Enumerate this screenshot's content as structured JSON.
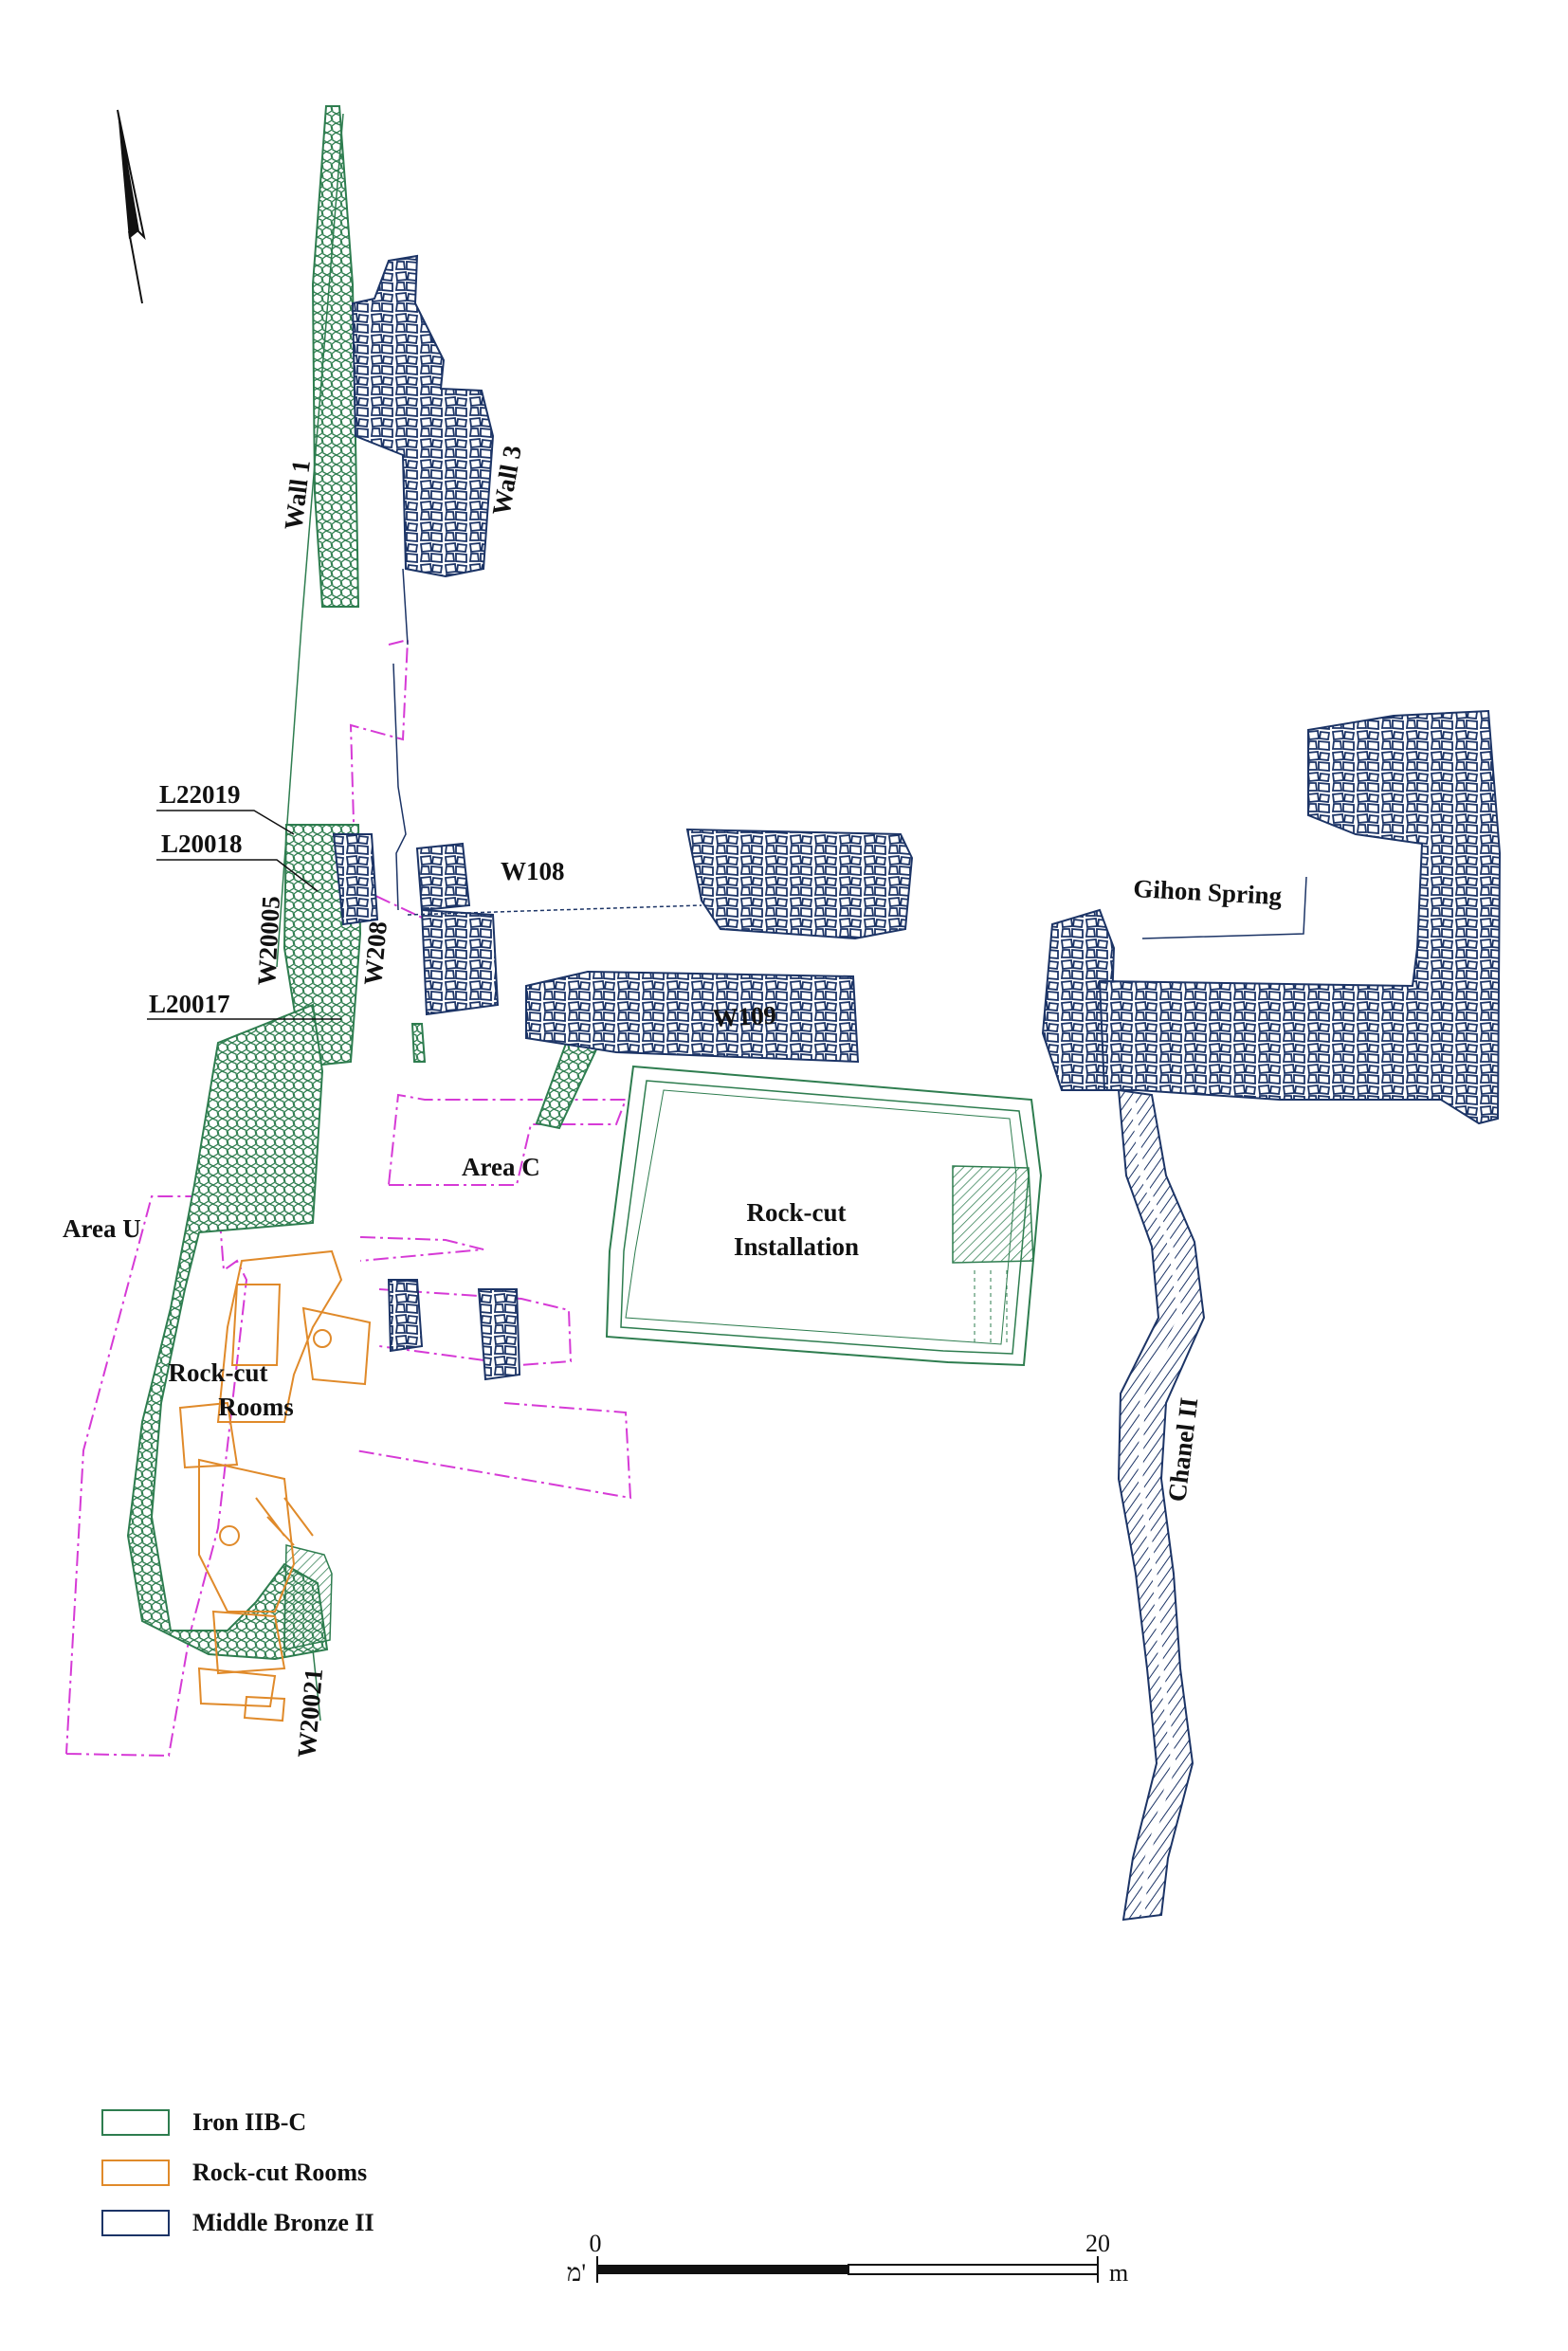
{
  "colors": {
    "iron": "#2e7d4f",
    "rock": "#e08a2a",
    "bronze": "#1c3466",
    "area": "#d63ad6"
  },
  "labels": {
    "wall1": "Wall 1",
    "wall3": "Wall 3",
    "l22019": "L22019",
    "l20018": "L20018",
    "w20005": "W20005",
    "w208": "W208",
    "w108": "W108",
    "l20017": "L20017",
    "w109": "W109",
    "gihon": "Gihon Spring",
    "area_c": "Area C",
    "rockcut_inst_1": "Rock-cut",
    "rockcut_inst_2": "Installation",
    "area_u": "Area U",
    "rockcut_rooms_1": "Rock-cut",
    "rockcut_rooms_2": "Rooms",
    "chanel": "Chanel II",
    "w20021": "W20021"
  },
  "legend": [
    {
      "label": "Iron IIB-C",
      "color": "#2e7d4f"
    },
    {
      "label": "Rock-cut Rooms",
      "color": "#e08a2a"
    },
    {
      "label": "Middle Bronze II",
      "color": "#1c3466"
    }
  ],
  "scale": {
    "start": "0",
    "end": "20",
    "unit": "m",
    "unit_alt": "מ'"
  },
  "north_arrow": "north-arrow-icon"
}
